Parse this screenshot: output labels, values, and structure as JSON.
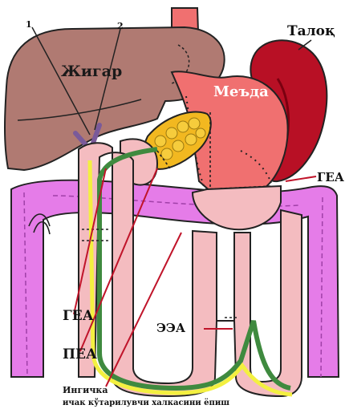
{
  "labels": {
    "liver": "Жигар",
    "stomach": "Меъда",
    "spleen": "Талоқ",
    "gea_right": "ГЕА",
    "gea_left": "ГЕА",
    "pea": "ПЕА",
    "eea": "ЭЭА",
    "marker_1": "1",
    "marker_2": "2",
    "caption_line1": "Ингичка",
    "caption_line2": "ичак кўтарилувчи халкасини ёпиш"
  },
  "colors": {
    "liver": "#b07a72",
    "stomach": "#f07070",
    "spleen": "#b81025",
    "intestine_loop": "#f4bcc0",
    "colon": "#e57ce8",
    "pancreas": "#f2b820",
    "stent_green": "#3f8a3f",
    "stent_yellow": "#f3f040",
    "ducts": "#7a5a9a"
  }
}
